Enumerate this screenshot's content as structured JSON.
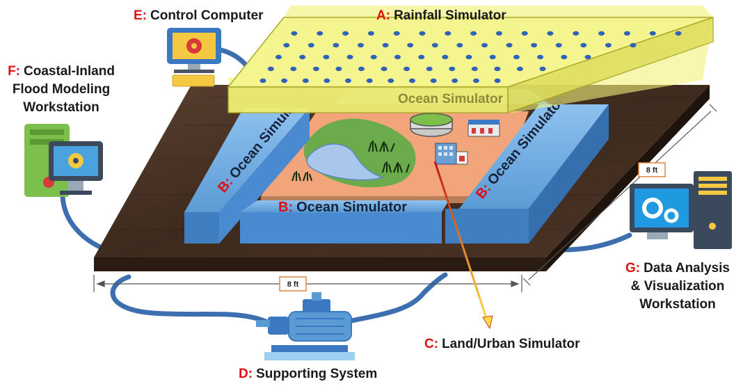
{
  "labels": {
    "a": {
      "letter": "A:",
      "text": "Rainfall Simulator"
    },
    "e": {
      "letter": "E:",
      "text": "Control Computer"
    },
    "f": {
      "letter": "F:",
      "line1": "Coastal-Inland",
      "line2": "Flood Modeling",
      "line3": "Workstation"
    },
    "g": {
      "letter": "G:",
      "line1": "Data Analysis",
      "line2": "& Visualization",
      "line3": "Workstation"
    },
    "c": {
      "letter": "C:",
      "text": "Land/Urban Simulator"
    },
    "d": {
      "letter": "D:",
      "text": "Supporting System"
    }
  },
  "ocean": {
    "top": "Ocean Simulator",
    "left": {
      "letter": "B:",
      "text": "Ocean Simulator"
    },
    "front": {
      "letter": "B:",
      "text": "Ocean Simulator"
    },
    "right": {
      "letter": "B:",
      "text": "Ocean Simulator"
    }
  },
  "dimensions": {
    "width": "8 ft",
    "depth": "8 ft"
  },
  "colors": {
    "letter": "#e01010",
    "ocean": "#5b9bd5",
    "rainfall": "#f2f27a",
    "table": "#4a3426",
    "land": "#f2a57a",
    "cable": "#3d6fb0"
  },
  "icons": [
    "computer-icon",
    "workstation-icon",
    "server-icon",
    "pump-icon",
    "stadium-icon",
    "building-icon",
    "grass-icon"
  ]
}
